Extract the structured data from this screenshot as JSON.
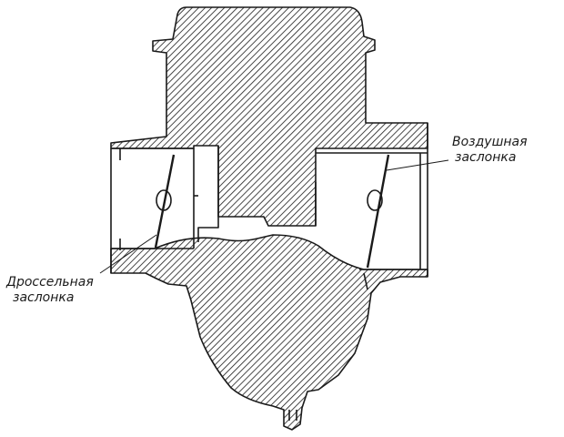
{
  "labels": {
    "air_damper": [
      "Воздушная",
      "заслонка"
    ],
    "throttle_valve": [
      "Дроссельная",
      "заслонка"
    ]
  },
  "colors": {
    "ink": "#1a1a1a",
    "background": "#ffffff"
  }
}
